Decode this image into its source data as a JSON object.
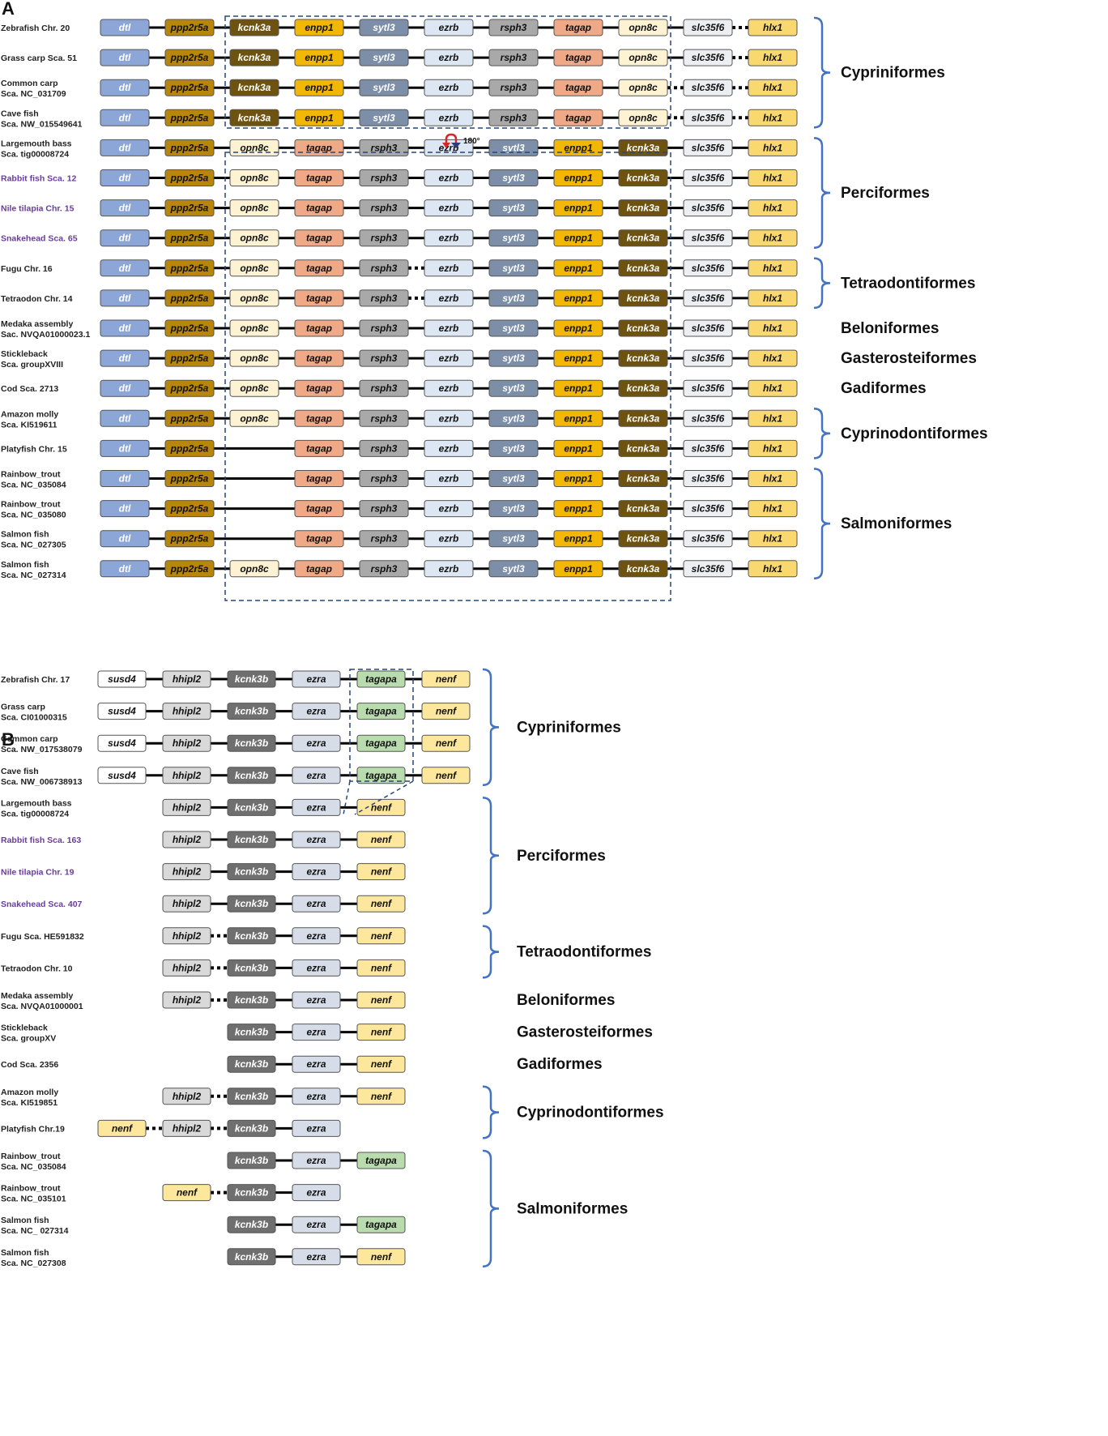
{
  "colors": {
    "dtl": "#8da6d8",
    "ppp2r5a": "#b8860b",
    "kcnk3a": "#6e5310",
    "enpp1": "#f2b705",
    "sytl3": "#7d8fa8",
    "ezrb": "#dce7f3",
    "rsph3": "#a9a9a9",
    "tagap": "#efa987",
    "opn8c": "#fdf3d2",
    "slc35f6": "#eceef2",
    "hlx1": "#f9d870",
    "susd4": "#ffffff",
    "hhipl2": "#d9d9d9",
    "kcnk3b": "#6f6f6f",
    "ezra": "#d7dde8",
    "tagapa": "#b9dcae",
    "nenf": "#fce79c",
    "bracket": "#4472c4",
    "dashed_box": "#27477a",
    "text_dark": "#222222",
    "text_purple": "#6a3d9a"
  },
  "light_text_genes": [
    "dtl",
    "kcnk3a",
    "sytl3",
    "kcnk3b"
  ],
  "panelA": {
    "letter": "A",
    "rotation_label": "180°",
    "rows": [
      {
        "species": [
          "Zebrafish Chr. 20"
        ],
        "purple": false,
        "genes": [
          "dtl",
          "ppp2r5a",
          "kcnk3a",
          "enpp1",
          "sytl3",
          "ezrb",
          "rsph3",
          "tagap",
          "opn8c",
          "slc35f6",
          "hlx1"
        ],
        "dotted": [
          10
        ]
      },
      {
        "species": [
          "Grass carp Sca. 51"
        ],
        "purple": false,
        "genes": [
          "dtl",
          "ppp2r5a",
          "kcnk3a",
          "enpp1",
          "sytl3",
          "ezrb",
          "rsph3",
          "tagap",
          "opn8c",
          "slc35f6",
          "hlx1"
        ],
        "dotted": [
          10
        ]
      },
      {
        "species": [
          "Common carp",
          "Sca. NC_031709"
        ],
        "purple": false,
        "genes": [
          "dtl",
          "ppp2r5a",
          "kcnk3a",
          "enpp1",
          "sytl3",
          "ezrb",
          "rsph3",
          "tagap",
          "opn8c",
          "slc35f6",
          "hlx1"
        ],
        "dotted": [
          9,
          10
        ]
      },
      {
        "species": [
          "Cave fish",
          "Sca. NW_015549641"
        ],
        "purple": false,
        "genes": [
          "dtl",
          "ppp2r5a",
          "kcnk3a",
          "enpp1",
          "sytl3",
          "ezrb",
          "rsph3",
          "tagap",
          "opn8c",
          "slc35f6",
          "hlx1"
        ],
        "dotted": [
          9,
          10
        ]
      },
      {
        "species": [
          "Largemouth bass",
          "Sca. tig00008724"
        ],
        "purple": false,
        "genes": [
          "dtl",
          "ppp2r5a",
          "opn8c",
          "tagap",
          "rsph3",
          "ezrb",
          "sytl3",
          "enpp1",
          "kcnk3a",
          "slc35f6",
          "hlx1"
        ],
        "dotted": []
      },
      {
        "species": [
          "Rabbit fish Sca. 12"
        ],
        "purple": true,
        "genes": [
          "dtl",
          "ppp2r5a",
          "opn8c",
          "tagap",
          "rsph3",
          "ezrb",
          "sytl3",
          "enpp1",
          "kcnk3a",
          "slc35f6",
          "hlx1"
        ],
        "dotted": []
      },
      {
        "species": [
          "Nile tilapia Chr. 15"
        ],
        "purple": true,
        "genes": [
          "dtl",
          "ppp2r5a",
          "opn8c",
          "tagap",
          "rsph3",
          "ezrb",
          "sytl3",
          "enpp1",
          "kcnk3a",
          "slc35f6",
          "hlx1"
        ],
        "dotted": []
      },
      {
        "species": [
          "Snakehead Sca. 65"
        ],
        "purple": true,
        "genes": [
          "dtl",
          "ppp2r5a",
          "opn8c",
          "tagap",
          "rsph3",
          "ezrb",
          "sytl3",
          "enpp1",
          "kcnk3a",
          "slc35f6",
          "hlx1"
        ],
        "dotted": []
      },
      {
        "species": [
          "Fugu Chr. 16"
        ],
        "purple": false,
        "genes": [
          "dtl",
          "ppp2r5a",
          "opn8c",
          "tagap",
          "rsph3",
          "ezrb",
          "sytl3",
          "enpp1",
          "kcnk3a",
          "slc35f6",
          "hlx1"
        ],
        "dotted": [
          5
        ]
      },
      {
        "species": [
          "Tetraodon Chr. 14"
        ],
        "purple": false,
        "genes": [
          "dtl",
          "ppp2r5a",
          "opn8c",
          "tagap",
          "rsph3",
          "ezrb",
          "sytl3",
          "enpp1",
          "kcnk3a",
          "slc35f6",
          "hlx1"
        ],
        "dotted": [
          5
        ]
      },
      {
        "species": [
          "Medaka assembly",
          "Sac. NVQA01000023.1"
        ],
        "purple": false,
        "genes": [
          "dtl",
          "ppp2r5a",
          "opn8c",
          "tagap",
          "rsph3",
          "ezrb",
          "sytl3",
          "enpp1",
          "kcnk3a",
          "slc35f6",
          "hlx1"
        ],
        "dotted": []
      },
      {
        "species": [
          "Stickleback",
          "Sca. groupXVIII"
        ],
        "purple": false,
        "genes": [
          "dtl",
          "ppp2r5a",
          "opn8c",
          "tagap",
          "rsph3",
          "ezrb",
          "sytl3",
          "enpp1",
          "kcnk3a",
          "slc35f6",
          "hlx1"
        ],
        "dotted": []
      },
      {
        "species": [
          "Cod Sca. 2713"
        ],
        "purple": false,
        "genes": [
          "dtl",
          "ppp2r5a",
          "opn8c",
          "tagap",
          "rsph3",
          "ezrb",
          "sytl3",
          "enpp1",
          "kcnk3a",
          "slc35f6",
          "hlx1"
        ],
        "dotted": []
      },
      {
        "species": [
          "Amazon molly",
          "Sca. KI519611"
        ],
        "purple": false,
        "genes": [
          "dtl",
          "ppp2r5a",
          "opn8c",
          "tagap",
          "rsph3",
          "ezrb",
          "sytl3",
          "enpp1",
          "kcnk3a",
          "slc35f6",
          "hlx1"
        ],
        "dotted": []
      },
      {
        "species": [
          "Platyfish Chr. 15"
        ],
        "purple": false,
        "genes": [
          "dtl",
          "ppp2r5a",
          null,
          "tagap",
          "rsph3",
          "ezrb",
          "sytl3",
          "enpp1",
          "kcnk3a",
          "slc35f6",
          "hlx1"
        ],
        "dotted": []
      },
      {
        "species": [
          "Rainbow_trout",
          "Sca. NC_035084"
        ],
        "purple": false,
        "genes": [
          "dtl",
          "ppp2r5a",
          null,
          "tagap",
          "rsph3",
          "ezrb",
          "sytl3",
          "enpp1",
          "kcnk3a",
          "slc35f6",
          "hlx1"
        ],
        "dotted": []
      },
      {
        "species": [
          "Rainbow_trout",
          "Sca. NC_035080"
        ],
        "purple": false,
        "genes": [
          "dtl",
          "ppp2r5a",
          null,
          "tagap",
          "rsph3",
          "ezrb",
          "sytl3",
          "enpp1",
          "kcnk3a",
          "slc35f6",
          "hlx1"
        ],
        "dotted": []
      },
      {
        "species": [
          "Salmon fish",
          "Sca. NC_027305"
        ],
        "purple": false,
        "genes": [
          "dtl",
          "ppp2r5a",
          null,
          "tagap",
          "rsph3",
          "ezrb",
          "sytl3",
          "enpp1",
          "kcnk3a",
          "slc35f6",
          "hlx1"
        ],
        "dotted": []
      },
      {
        "species": [
          "Salmon fish",
          "Sca. NC_027314"
        ],
        "purple": false,
        "genes": [
          "dtl",
          "ppp2r5a",
          "opn8c",
          "tagap",
          "rsph3",
          "ezrb",
          "sytl3",
          "enpp1",
          "kcnk3a",
          "slc35f6",
          "hlx1"
        ],
        "dotted": []
      }
    ],
    "orders": [
      {
        "name": "Cypriniformes",
        "rows": [
          0,
          3
        ],
        "bracket": true
      },
      {
        "name": "Perciformes",
        "rows": [
          4,
          7
        ],
        "bracket": true
      },
      {
        "name": "Tetraodontiformes",
        "rows": [
          8,
          9
        ],
        "bracket": true
      },
      {
        "name": "Beloniformes",
        "rows": [
          10,
          10
        ],
        "bracket": false
      },
      {
        "name": "Gasterosteiformes",
        "rows": [
          11,
          11
        ],
        "bracket": false
      },
      {
        "name": "Gadiformes",
        "rows": [
          12,
          12
        ],
        "bracket": false
      },
      {
        "name": "Cyprinodontiformes",
        "rows": [
          13,
          14
        ],
        "bracket": true
      },
      {
        "name": "Salmoniformes",
        "rows": [
          15,
          18
        ],
        "bracket": true
      }
    ]
  },
  "panelB": {
    "letter": "B",
    "rows": [
      {
        "species": [
          "Zebrafish Chr. 17"
        ],
        "purple": false,
        "genes": [
          "susd4",
          "hhipl2",
          "kcnk3b",
          "ezra",
          "tagapa",
          "nenf"
        ],
        "dotted": []
      },
      {
        "species": [
          "Grass carp",
          "Sca. CI01000315"
        ],
        "purple": false,
        "genes": [
          "susd4",
          "hhipl2",
          "kcnk3b",
          "ezra",
          "tagapa",
          "nenf"
        ],
        "dotted": []
      },
      {
        "species": [
          "Common carp",
          "Sca. NW_017538079"
        ],
        "purple": false,
        "genes": [
          "susd4",
          "hhipl2",
          "kcnk3b",
          "ezra",
          "tagapa",
          "nenf"
        ],
        "dotted": []
      },
      {
        "species": [
          "Cave fish",
          "Sca. NW_006738913"
        ],
        "purple": false,
        "genes": [
          "susd4",
          "hhipl2",
          "kcnk3b",
          "ezra",
          "tagapa",
          "nenf"
        ],
        "dotted": []
      },
      {
        "species": [
          "Largemouth bass",
          "Sca. tig00008724"
        ],
        "purple": false,
        "genes": [
          null,
          "hhipl2",
          "kcnk3b",
          "ezra",
          "nenf",
          null
        ],
        "dotted": []
      },
      {
        "species": [
          "Rabbit fish Sca. 163"
        ],
        "purple": true,
        "genes": [
          null,
          "hhipl2",
          "kcnk3b",
          "ezra",
          "nenf",
          null
        ],
        "dotted": []
      },
      {
        "species": [
          "Nile tilapia Chr. 19"
        ],
        "purple": true,
        "genes": [
          null,
          "hhipl2",
          "kcnk3b",
          "ezra",
          "nenf",
          null
        ],
        "dotted": []
      },
      {
        "species": [
          "Snakehead Sca. 407"
        ],
        "purple": true,
        "genes": [
          null,
          "hhipl2",
          "kcnk3b",
          "ezra",
          "nenf",
          null
        ],
        "dotted": []
      },
      {
        "species": [
          "Fugu Sca. HE591832"
        ],
        "purple": false,
        "genes": [
          null,
          "hhipl2",
          "kcnk3b",
          "ezra",
          "nenf",
          null
        ],
        "dotted": [
          2
        ]
      },
      {
        "species": [
          "Tetraodon Chr. 10"
        ],
        "purple": false,
        "genes": [
          null,
          "hhipl2",
          "kcnk3b",
          "ezra",
          "nenf",
          null
        ],
        "dotted": [
          2
        ]
      },
      {
        "species": [
          "Medaka assembly",
          "Sca. NVQA01000001"
        ],
        "purple": false,
        "genes": [
          null,
          "hhipl2",
          "kcnk3b",
          "ezra",
          "nenf",
          null
        ],
        "dotted": [
          2
        ]
      },
      {
        "species": [
          "Stickleback",
          "Sca. groupXV"
        ],
        "purple": false,
        "genes": [
          null,
          null,
          "kcnk3b",
          "ezra",
          "nenf",
          null
        ],
        "dotted": []
      },
      {
        "species": [
          "Cod Sca. 2356"
        ],
        "purple": false,
        "genes": [
          null,
          null,
          "kcnk3b",
          "ezra",
          "nenf",
          null
        ],
        "dotted": []
      },
      {
        "species": [
          "Amazon molly",
          "Sca. KI519851"
        ],
        "purple": false,
        "genes": [
          null,
          "hhipl2",
          "kcnk3b",
          "ezra",
          "nenf",
          null
        ],
        "dotted": [
          2
        ]
      },
      {
        "species": [
          "Platyfish Chr.19"
        ],
        "purple": false,
        "genes": [
          "nenf",
          "hhipl2",
          "kcnk3b",
          "ezra",
          null,
          null
        ],
        "dotted": [
          1,
          2
        ]
      },
      {
        "species": [
          "Rainbow_trout",
          "Sca. NC_035084"
        ],
        "purple": false,
        "genes": [
          null,
          null,
          "kcnk3b",
          "ezra",
          "tagapa",
          null
        ],
        "dotted": []
      },
      {
        "species": [
          "Rainbow_trout",
          "Sca. NC_035101"
        ],
        "purple": false,
        "genes": [
          null,
          "nenf",
          "kcnk3b",
          "ezra",
          null,
          null
        ],
        "dotted": [
          2
        ]
      },
      {
        "species": [
          "Salmon fish",
          "Sca. NC_ 027314"
        ],
        "purple": false,
        "genes": [
          null,
          null,
          "kcnk3b",
          "ezra",
          "tagapa",
          null
        ],
        "dotted": []
      },
      {
        "species": [
          "Salmon fish",
          "Sca. NC_027308"
        ],
        "purple": false,
        "genes": [
          null,
          null,
          "kcnk3b",
          "ezra",
          "nenf",
          null
        ],
        "dotted": []
      }
    ],
    "orders": [
      {
        "name": "Cypriniformes",
        "rows": [
          0,
          3
        ],
        "bracket": true
      },
      {
        "name": "Perciformes",
        "rows": [
          4,
          7
        ],
        "bracket": true
      },
      {
        "name": "Tetraodontiformes",
        "rows": [
          8,
          9
        ],
        "bracket": true
      },
      {
        "name": "Beloniformes",
        "rows": [
          10,
          10
        ],
        "bracket": false
      },
      {
        "name": "Gasterosteiformes",
        "rows": [
          11,
          11
        ],
        "bracket": false
      },
      {
        "name": "Gadiformes",
        "rows": [
          12,
          12
        ],
        "bracket": false
      },
      {
        "name": "Cyprinodontiformes",
        "rows": [
          13,
          14
        ],
        "bracket": true
      },
      {
        "name": "Salmoniformes",
        "rows": [
          15,
          18
        ],
        "bracket": true
      }
    ]
  }
}
